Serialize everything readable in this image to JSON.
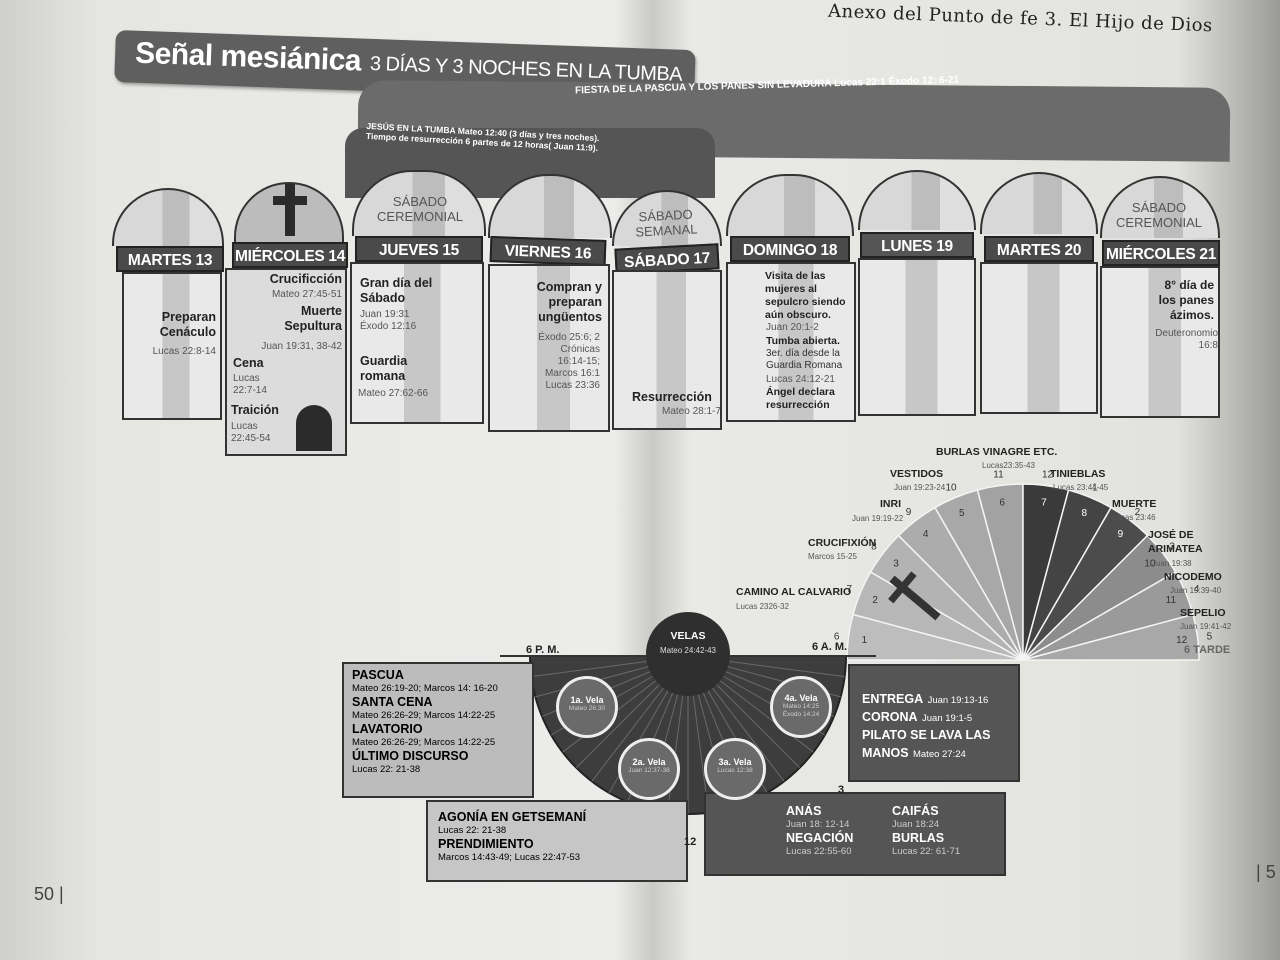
{
  "header": {
    "text": "Anexo del Punto de fe 3. El Hijo de Dios"
  },
  "title": {
    "main": "Señal mesiánica",
    "sub": "3 DÍAS Y 3 NOCHES EN LA TUMBA"
  },
  "bands": {
    "fiesta": "FIESTA DE LA PASCUA Y LOS PANES SIN LEVADURA Lucas 22:1 Éxodo 12: 6-21",
    "tumba_line1": "JESÚS EN LA TUMBA Mateo 12:40 (3 días y tres noches).",
    "tumba_line2": "Tiempo de resurrección 6 partes de 12 horas( Juan 11:9)."
  },
  "days": [
    {
      "name": "MARTES 13",
      "arch": "",
      "t1": "Preparan Cenáculo",
      "r1": "Lucas 22:8-14"
    },
    {
      "name": "MIÉRCOLES 14",
      "arch": "",
      "t1": "Crucificción",
      "r1": "Mateo 27:45-51",
      "t2": "Muerte Sepultura",
      "r2": "Juan 19:31, 38-42",
      "t3": "Cena",
      "r3": "Lucas 22:7-14",
      "t4": "Traición",
      "r4": "Lucas 22:45-54"
    },
    {
      "name": "JUEVES 15",
      "arch": "SÁBADO CEREMONIAL",
      "t1": "Gran día del Sábado",
      "r1": "Juan 19:31 Éxodo 12:16",
      "t2": "Guardia romana",
      "r2": "Mateo 27:62-66"
    },
    {
      "name": "VIERNES 16",
      "arch": "",
      "t1": "Compran y preparan ungüentos",
      "r1": "Éxodo 25:6; 2 Crónicas 16:14-15; Marcos 16:1 Lucas 23:36"
    },
    {
      "name": "SÁBADO 17",
      "arch": "SÁBADO SEMANAL",
      "t1": "Resurrección",
      "r1": "Mateo 28:1-7"
    },
    {
      "name": "DOMINGO 18",
      "arch": "",
      "t1": "Visita de las mujeres al sepulcro siendo aún obscuro.",
      "r1": "Juan 20:1-2",
      "t2": "Tumba abierta.",
      "t3": "3er. día desde la Guardia Romana",
      "r3": "Lucas 24:12-21",
      "t4": "Ángel declara resurrección"
    },
    {
      "name": "LUNES 19",
      "arch": ""
    },
    {
      "name": "MARTES 20",
      "arch": ""
    },
    {
      "name": "MIÉRCOLES 21",
      "arch": "SÁBADO CEREMONIAL",
      "t1": "8° día de los panes ázimos.",
      "r1": "Deuteronomio 16:8"
    }
  ],
  "day_clock": {
    "hours_left": [
      "1",
      "2",
      "3",
      "4",
      "5",
      "6"
    ],
    "hours_right": [
      "7",
      "8",
      "9",
      "10",
      "11",
      "12"
    ],
    "hours_top": [
      "12",
      "1",
      "2",
      "3",
      "4",
      "5",
      "6",
      "7",
      "8",
      "9",
      "10",
      "11",
      "12"
    ],
    "labels": [
      {
        "title": "BURLAS VINAGRE ETC.",
        "ref": "Lucas23:35-43"
      },
      {
        "title": "VESTIDOS",
        "ref": "Juan 19:23-24"
      },
      {
        "title": "TINIEBLAS",
        "ref": "Lucas 23:44-45"
      },
      {
        "title": "INRI",
        "ref": "Juan 19:19-22"
      },
      {
        "title": "MUERTE",
        "ref": "Lucas 23:46"
      },
      {
        "title": "CRUCIFIXIÓN",
        "ref": "Marcos 15-25"
      },
      {
        "title": "JOSÉ DE ARIMATEA",
        "ref": "Juan 19:38"
      },
      {
        "title": "NICODEMO",
        "ref": "Juan 19:39-40"
      },
      {
        "title": "CAMINO AL CALVARIO",
        "ref": "Lucas 2326-32"
      },
      {
        "title": "SEPELIO",
        "ref": "Juan 19:41-42"
      }
    ],
    "am": "6 A. M.",
    "tarde": "6 TARDE"
  },
  "night_clock": {
    "pm": "6 P. M.",
    "velas": "VELAS",
    "velas_ref": "Mateo 24:42-43",
    "twelve": "12",
    "three": "3",
    "watches": [
      {
        "label": "1a. Vela",
        "ref": "Mateo 26:30"
      },
      {
        "label": "2a. Vela",
        "ref": "Juan 12:37-38"
      },
      {
        "label": "3a. Vela",
        "ref": "Lucas 12:38"
      },
      {
        "label": "4a. Vela",
        "ref": "Mateo 14:25 Éxodo 14:24"
      }
    ],
    "left_box": [
      {
        "title": "PASCUA",
        "ref": "Mateo 26:19-20; Marcos 14: 16-20"
      },
      {
        "title": "SANTA CENA",
        "ref": "Mateo 26:26-29; Marcos 14:22-25"
      },
      {
        "title": "LAVATORIO",
        "ref": "Mateo 26:26-29; Marcos 14:22-25"
      },
      {
        "title": "ÚLTIMO DISCURSO",
        "ref": "Lucas 22: 21-38"
      }
    ],
    "bottom_left_box": [
      {
        "title": "AGONÍA EN GETSEMANÍ",
        "ref": "Lucas 22: 21-38"
      },
      {
        "title": "PRENDIMIENTO",
        "ref": "Marcos 14:43-49; Lucas 22:47-53"
      }
    ],
    "right_box": [
      {
        "title": "ENTREGA",
        "ref": "Juan 19:13-16"
      },
      {
        "title": "CORONA",
        "ref": "Juan 19:1-5"
      },
      {
        "title": "PILATO SE LAVA LAS MANOS",
        "ref": "Mateo 27:24"
      }
    ],
    "bottom_right_box": [
      {
        "title": "ANÁS",
        "ref": "Juan 18: 12-14"
      },
      {
        "title": "CAIFÁS",
        "ref": "Juan 18:24"
      },
      {
        "title": "NEGACIÓN",
        "ref": "Lucas 22:55-60"
      },
      {
        "title": "BURLAS",
        "ref": "Lucas 22: 61-71"
      }
    ]
  },
  "page_numbers": {
    "left": "50",
    "right": "5"
  },
  "colors": {
    "dark": "#555555",
    "darker": "#3a3a3a",
    "light": "#bcbcbc",
    "paper": "#e8e8e5"
  }
}
